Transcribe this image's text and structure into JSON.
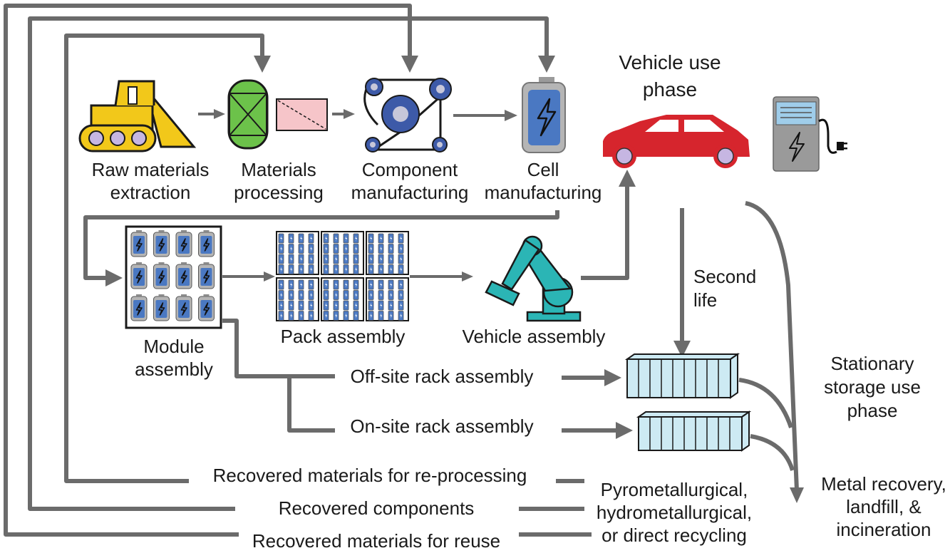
{
  "stages": {
    "raw_materials": [
      "Raw materials",
      "extraction"
    ],
    "materials_processing": [
      "Materials",
      "processing"
    ],
    "component_manufacturing": [
      "Component",
      "manufacturing"
    ],
    "cell_manufacturing": [
      "Cell",
      "manufacturing"
    ],
    "vehicle_use": [
      "Vehicle use",
      "phase"
    ],
    "module_assembly": [
      "Module",
      "assembly"
    ],
    "pack_assembly": "Pack assembly",
    "vehicle_assembly": "Vehicle assembly",
    "second_life": [
      "Second",
      "life"
    ],
    "offsite_rack": "Off-site rack assembly",
    "onsite_rack": "On-site rack assembly",
    "stationary_storage": [
      "Stationary",
      "storage use",
      "phase"
    ],
    "end_of_life": [
      "Metal recovery,",
      "landfill, &",
      "incineration"
    ],
    "recycling": [
      "Pyrometallurgical,",
      "hydrometallurgical,",
      "or direct recycling"
    ]
  },
  "returns": {
    "reprocessing": "Recovered materials for re-processing",
    "components": "Recovered components",
    "reuse": "Recovered materials for reuse"
  },
  "icons": [
    "bulldozer-icon",
    "reactor-icon",
    "roller-icon",
    "battery-cell-icon",
    "car-icon",
    "charger-icon",
    "module-icon",
    "pack-icon",
    "robot-arm-icon",
    "rack-icon"
  ],
  "colors": {
    "arrow": "#6b6b6b",
    "bulldozer": "#f2c81a",
    "reactor": "#6cc24a",
    "processing_box": "#f6c5c9",
    "roller": "#3d5aa8",
    "cell": "#4a78c2",
    "car": "#d6252d",
    "robot": "#2bb5b5",
    "rack": "#cdeaf3"
  }
}
